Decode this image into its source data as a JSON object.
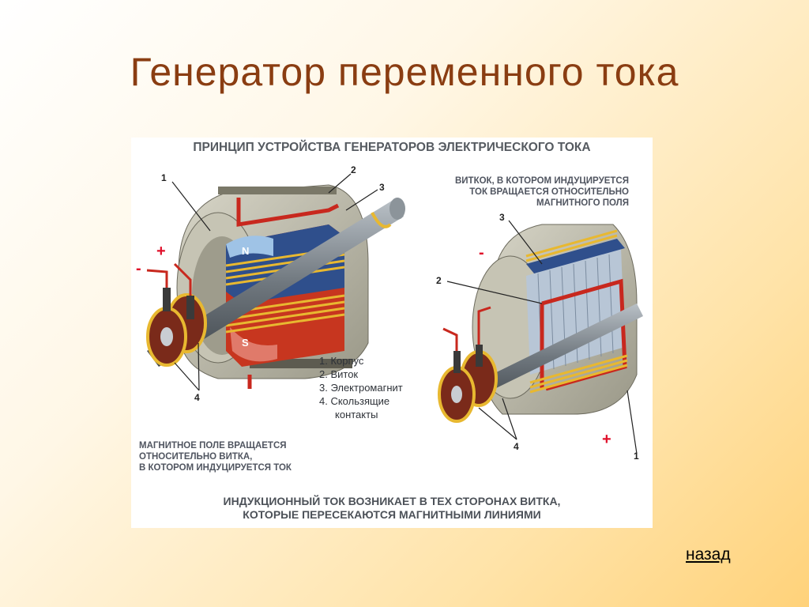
{
  "title": "Генератор переменного тока",
  "figure": {
    "heading": "ПРИНЦИП УСТРОЙСТВА ГЕНЕРАТОРОВ ЭЛЕКТРИЧЕСКОГО ТОКА",
    "note_right": [
      "ВИТКОК, В КОТОРОМ ИНДУЦИРУЕТСЯ",
      "ТОК ВРАЩАЕТСЯ ОТНОСИТЕЛЬНО",
      "МАГНИТНОГО ПОЛЯ"
    ],
    "note_left": [
      "МАГНИТНОЕ ПОЛЕ ВРАЩАЕТСЯ",
      "ОТНОСИТЕЛЬНО ВИТКА,",
      "В КОТОРОМ ИНДУЦИРУЕТСЯ ТОК"
    ],
    "legend": [
      {
        "text": "1. Корпус"
      },
      {
        "text": "2. Виток"
      },
      {
        "text": "3. Электромагнит"
      },
      {
        "text": "4. Скользящие",
        "cont": "контакты"
      }
    ],
    "bottom_caption": [
      "ИНДУКЦИОННЫЙ ТОК ВОЗНИКАЕТ В ТЕХ СТОРОНАХ ВИТКА,",
      "КОТОРЫЕ ПЕРЕСЕКАЮТСЯ МАГНИТНЫМИ ЛИНИЯМИ"
    ],
    "callouts": {
      "left_1": "1",
      "left_2": "2",
      "left_3": "3",
      "left_4": "4",
      "right_3": "3",
      "right_2": "2",
      "right_4": "4",
      "right_1": "1"
    },
    "pole_north": "N",
    "pole_south": "S",
    "signs": {
      "left_plus": "+",
      "left_minus": "-",
      "right_minus": "-",
      "right_plus": "+"
    }
  },
  "nav": {
    "back_label": "назад"
  },
  "colors": {
    "title": "#8a3d12",
    "red": "#c8281e",
    "blue": "#2f4f8c",
    "gold": "#e8b830",
    "grey": "#8a9096"
  }
}
